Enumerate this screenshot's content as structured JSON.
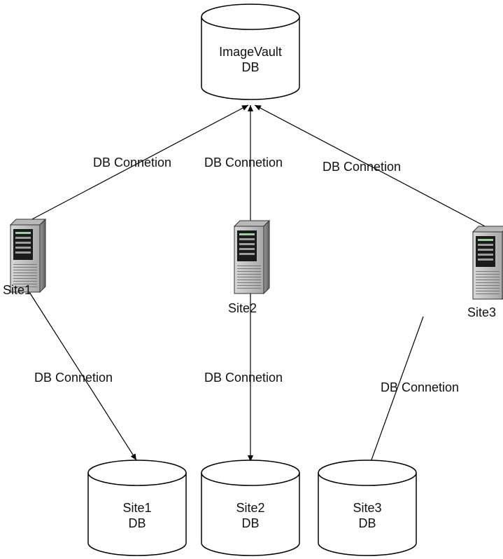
{
  "central_db": {
    "line1": "ImageVault",
    "line2": "DB"
  },
  "sites": [
    {
      "server_label": "Site1",
      "db_line1": "Site1",
      "db_line2": "DB",
      "upper_connection": "DB Connetion",
      "lower_connection": "DB Connetion"
    },
    {
      "server_label": "Site2",
      "db_line1": "Site2",
      "db_line2": "DB",
      "upper_connection": "DB Connetion",
      "lower_connection": "DB Connetion"
    },
    {
      "server_label": "Site3",
      "db_line1": "Site3",
      "db_line2": "DB",
      "upper_connection": "DB Connetion",
      "lower_connection": "DB Connetion"
    }
  ],
  "icons": {
    "db": "database-cylinder-icon",
    "server": "server-tower-icon"
  }
}
